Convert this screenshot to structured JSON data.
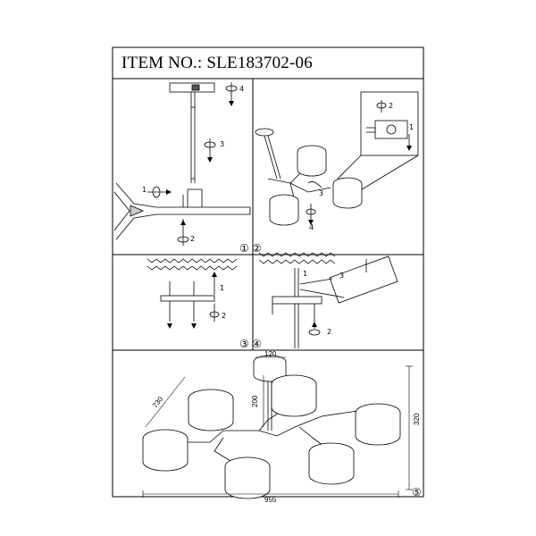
{
  "document": {
    "title": "ITEM NO.: SLE183702-06"
  },
  "panels": [
    {
      "id": "panel-1-2",
      "markers": [
        "①",
        "②"
      ],
      "step_numbers_left": [
        "1",
        "2",
        "3",
        "4"
      ],
      "step_numbers_right": [
        "1",
        "2",
        "3",
        "4"
      ]
    },
    {
      "id": "panel-3-4",
      "markers": [
        "③",
        "④"
      ],
      "step_numbers_left": [
        "1",
        "2"
      ],
      "step_numbers_right": [
        "1",
        "2",
        "3"
      ]
    },
    {
      "id": "panel-5",
      "markers": [
        "⑤"
      ]
    }
  ],
  "dimensions": {
    "width": "955",
    "height": "320",
    "diagonal": "730",
    "shade_diameter": "120",
    "rod_length": "200"
  }
}
